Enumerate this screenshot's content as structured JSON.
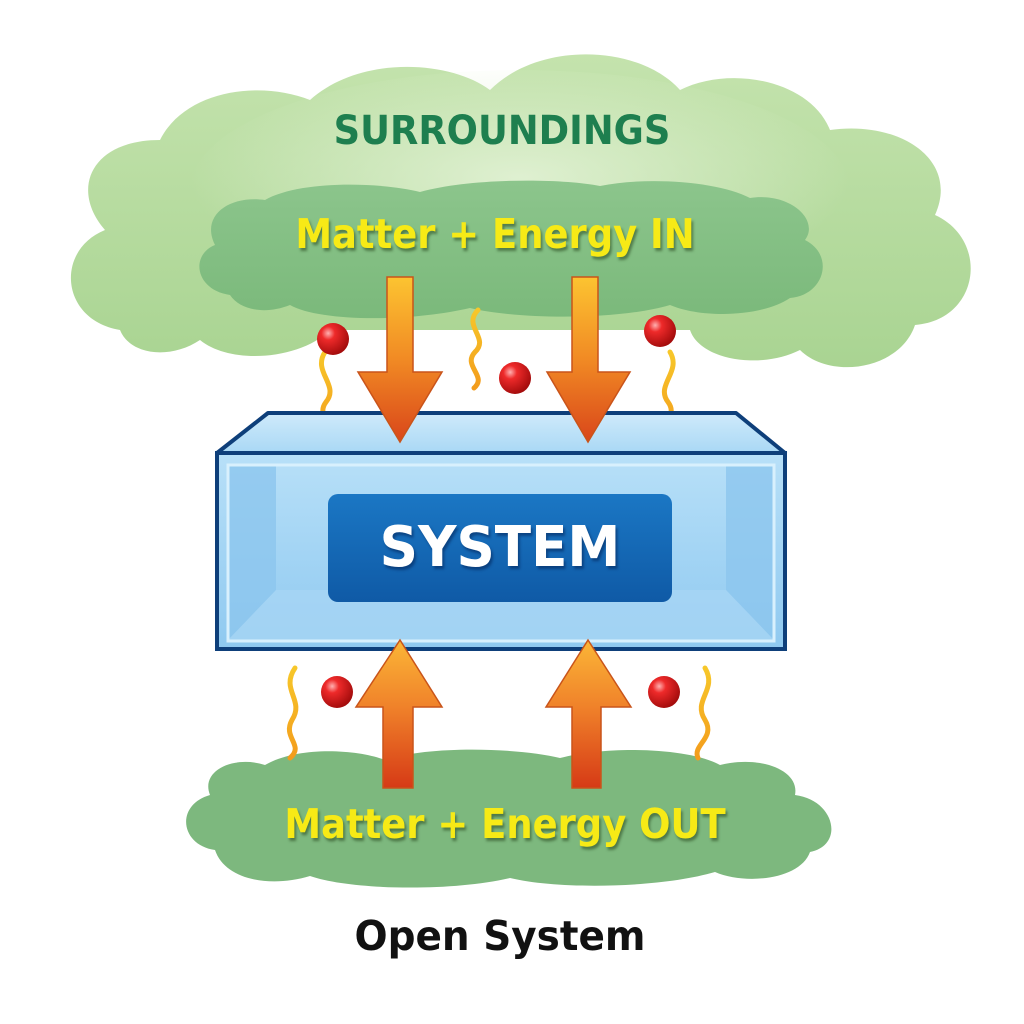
{
  "diagram": {
    "title": "Open System",
    "surroundings_label": "SURROUNDINGS",
    "system_label": "SYSTEM",
    "input_label": "Matter + Energy IN",
    "output_label": "Matter + Energy OUT",
    "flows": [
      {
        "direction": "in",
        "label": "Matter + Energy IN",
        "arrow_count": 2
      },
      {
        "direction": "out",
        "label": "Matter + Energy OUT",
        "arrow_count": 2
      }
    ],
    "particles": {
      "matter_particles_in": 3,
      "energy_waves_in": 3,
      "matter_particles_out": 2,
      "energy_waves_out": 2
    },
    "colors": {
      "surroundings_text": "#1e7f4f",
      "flow_text": "#f7ea16",
      "cloud_light": "#c8e6b4",
      "cloud_dark": "#7dba7d",
      "system_box": "#9fd3f5",
      "system_label_bg": "#1565b0",
      "arrow_top": "#f8a12a",
      "arrow_bottom": "#d8451a",
      "particle": "#d81818",
      "energy_wave": "#f5b51c"
    }
  }
}
